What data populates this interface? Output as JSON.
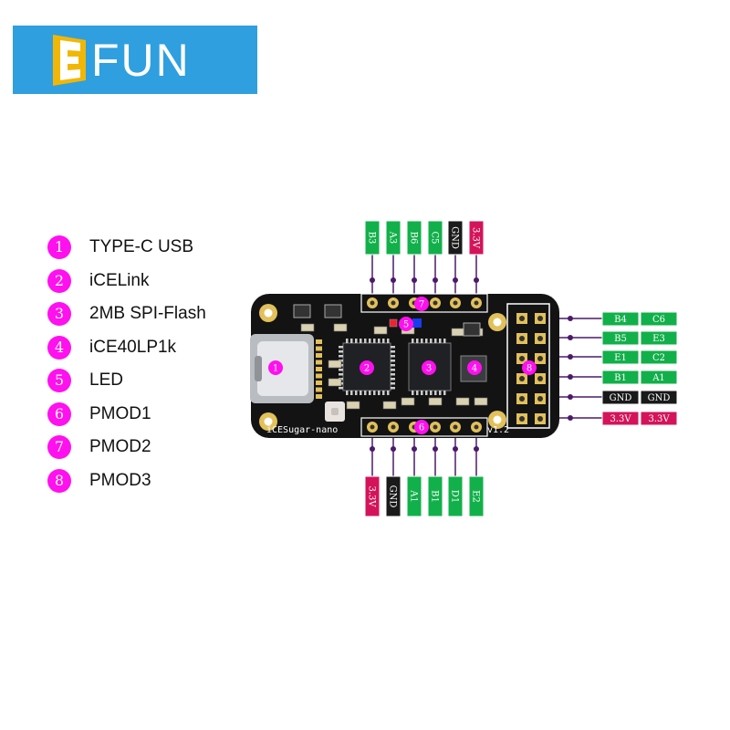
{
  "logo": {
    "text": "FUN",
    "letter_mark": "E",
    "bg_color": "#2f9fe0"
  },
  "legend": [
    {
      "num": "1",
      "label": "TYPE-C USB"
    },
    {
      "num": "2",
      "label": "iCELink"
    },
    {
      "num": "3",
      "label": "2MB SPI-Flash"
    },
    {
      "num": "4",
      "label": "iCE40LP1k"
    },
    {
      "num": "5",
      "label": "LED"
    },
    {
      "num": "6",
      "label": "PMOD1"
    },
    {
      "num": "7",
      "label": "PMOD2"
    },
    {
      "num": "8",
      "label": "PMOD3"
    }
  ],
  "board": {
    "silkscreen_name": "iCESugar-nano",
    "version": "v1.2",
    "markers": [
      "1",
      "2",
      "3",
      "4",
      "5",
      "6",
      "7",
      "8"
    ]
  },
  "pins": {
    "pmod2_top": [
      {
        "label": "B3",
        "color": "green"
      },
      {
        "label": "A3",
        "color": "green"
      },
      {
        "label": "B6",
        "color": "green"
      },
      {
        "label": "C5",
        "color": "green"
      },
      {
        "label": "GND",
        "color": "black"
      },
      {
        "label": "3.3V",
        "color": "red"
      }
    ],
    "pmod1_bottom": [
      {
        "label": "3.3V",
        "color": "red"
      },
      {
        "label": "GND",
        "color": "black"
      },
      {
        "label": "A1",
        "color": "green"
      },
      {
        "label": "B1",
        "color": "green"
      },
      {
        "label": "D1",
        "color": "green"
      },
      {
        "label": "E2",
        "color": "green"
      }
    ],
    "pmod3_right": [
      [
        {
          "label": "B4",
          "color": "green"
        },
        {
          "label": "C6",
          "color": "green"
        }
      ],
      [
        {
          "label": "B5",
          "color": "green"
        },
        {
          "label": "E3",
          "color": "green"
        }
      ],
      [
        {
          "label": "E1",
          "color": "green"
        },
        {
          "label": "C2",
          "color": "green"
        }
      ],
      [
        {
          "label": "B1",
          "color": "green"
        },
        {
          "label": "A1",
          "color": "green"
        }
      ],
      [
        {
          "label": "GND",
          "color": "black"
        },
        {
          "label": "GND",
          "color": "black"
        }
      ],
      [
        {
          "label": "3.3V",
          "color": "red"
        },
        {
          "label": "3.3V",
          "color": "red"
        }
      ]
    ]
  },
  "colors": {
    "green": "#12b04a",
    "black": "#1a1a1a",
    "red": "#d4145a",
    "marker": "#ff10ee",
    "leader": "#4b1a6b",
    "pcb": "#131313",
    "gold": "#e2c05a"
  }
}
